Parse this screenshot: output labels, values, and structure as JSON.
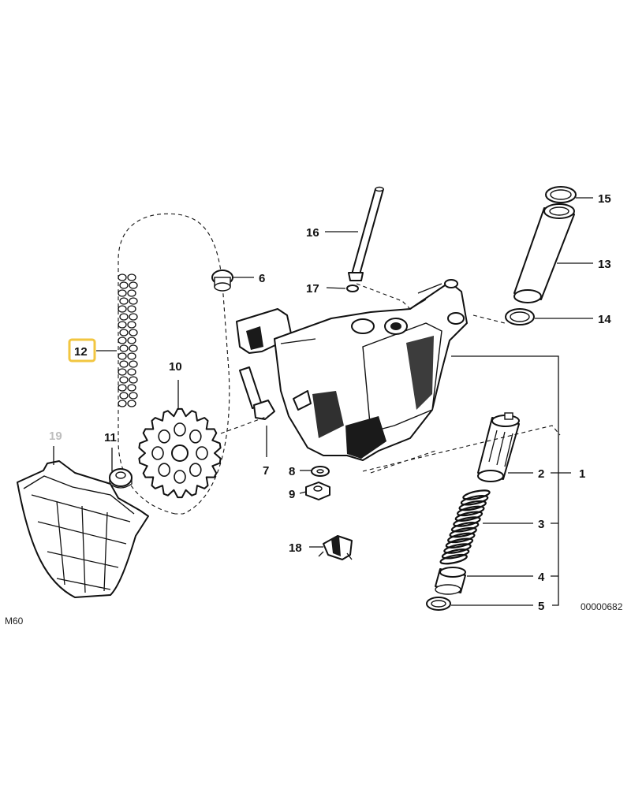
{
  "callouts": {
    "c1": "1",
    "c2": "2",
    "c3": "3",
    "c4": "4",
    "c5": "5",
    "c6": "6",
    "c7": "7",
    "c8": "8",
    "c9": "9",
    "c10": "10",
    "c11": "11",
    "c12": "12",
    "c13": "13",
    "c14": "14",
    "c15": "15",
    "c16": "16",
    "c17": "17",
    "c18": "18",
    "c19": "19"
  },
  "highlighted_callout": "12",
  "highlight_color": "#f2c640",
  "dimmed_callout_color": "#bdbdbd",
  "footer": {
    "engine_code": "M60",
    "diagram_id": "00000682"
  }
}
